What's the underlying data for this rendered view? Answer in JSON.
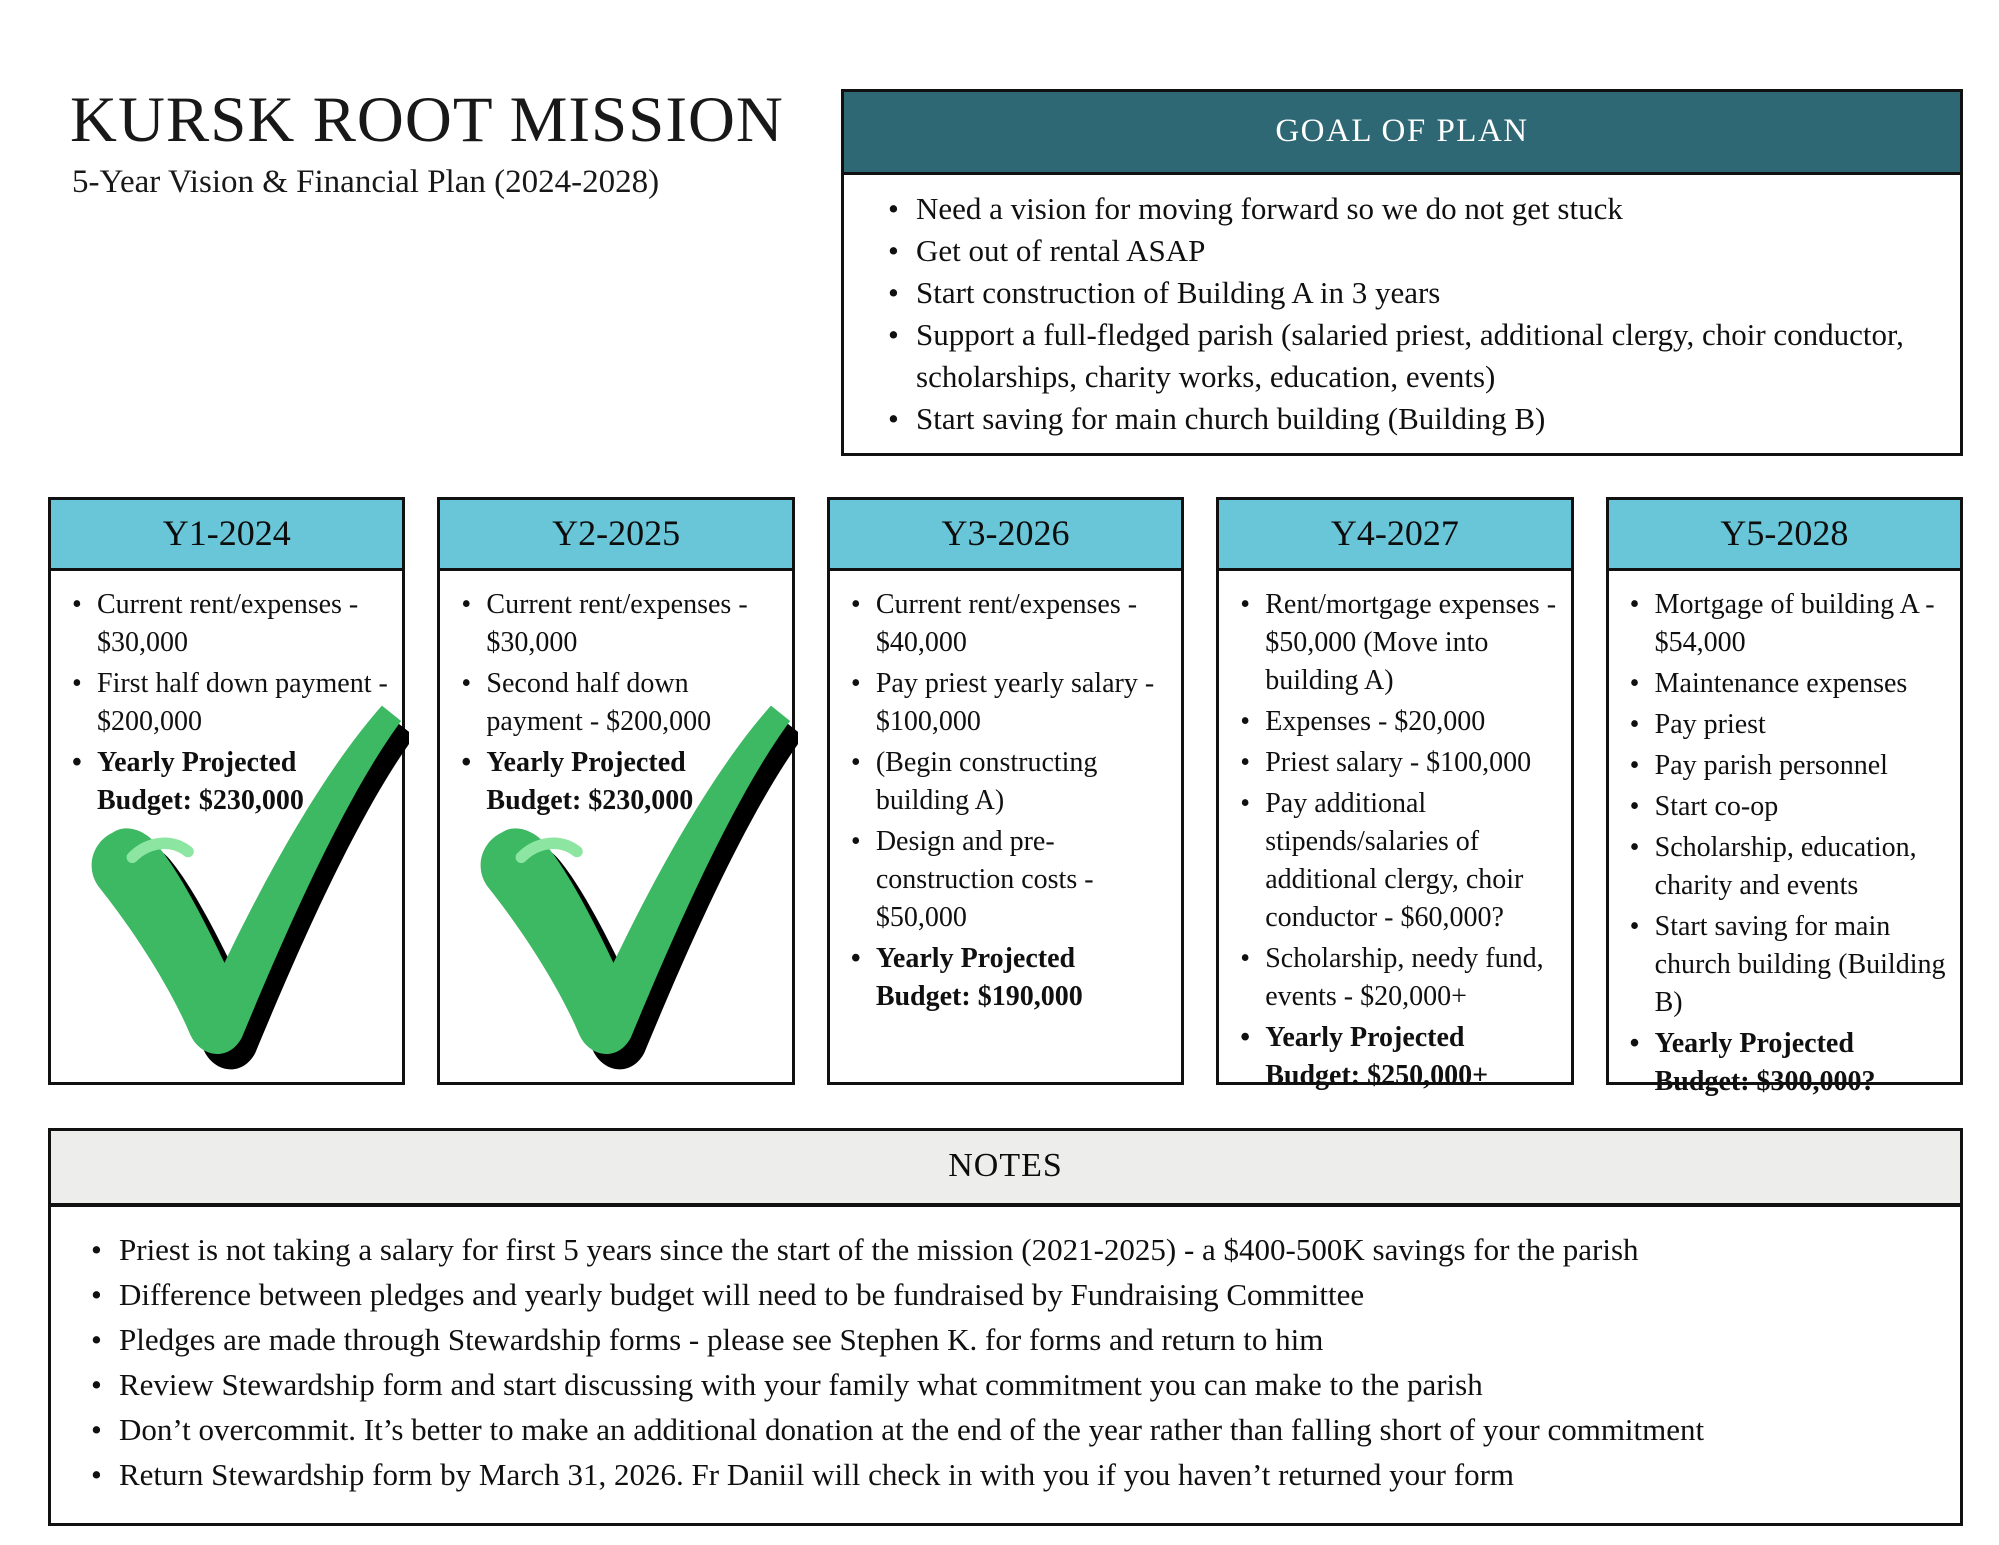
{
  "title": {
    "main": "KURSK ROOT MISSION",
    "subtitle": "5-Year Vision & Financial Plan (2024-2028)"
  },
  "goal": {
    "header": "GOAL OF PLAN",
    "items": [
      "Need a vision for moving forward so we do not get stuck",
      "Get out of rental ASAP",
      "Start construction of Building A in 3 years",
      "Support a full-fledged parish (salaried priest, additional clergy, choir conductor, scholarships, charity works, education, events)",
      "Start saving for main church building (Building B)"
    ]
  },
  "years": [
    {
      "header": "Y1-2024",
      "completed": true,
      "items": [
        "Current rent/expenses - $30,000",
        "First half down payment - $200,000",
        "Yearly Projected Budget: $230,000"
      ]
    },
    {
      "header": "Y2-2025",
      "completed": true,
      "items": [
        "Current rent/expenses - $30,000",
        "Second half down payment - $200,000",
        "Yearly Projected Budget: $230,000"
      ]
    },
    {
      "header": "Y3-2026",
      "completed": false,
      "items": [
        "Current rent/expenses - $40,000",
        "Pay priest yearly salary - $100,000",
        "(Begin constructing building A)",
        "Design and pre-construction costs - $50,000",
        "Yearly Projected Budget: $190,000"
      ]
    },
    {
      "header": "Y4-2027",
      "completed": false,
      "items": [
        "Rent/mortgage expenses - $50,000 (Move into building A)",
        "Expenses - $20,000",
        "Priest salary - $100,000",
        "Pay additional stipends/salaries of additional clergy, choir conductor - $60,000?",
        "Scholarship, needy fund, events - $20,000+",
        "Yearly Projected Budget: $250,000+"
      ]
    },
    {
      "header": "Y5-2028",
      "completed": false,
      "items": [
        "Mortgage of building A - $54,000",
        "Maintenance expenses",
        "Pay priest",
        "Pay parish personnel",
        "Start co-op",
        "Scholarship, education, charity and events",
        "Start saving for main church building (Building B)",
        "Yearly Projected Budget: $300,000?"
      ]
    }
  ],
  "notes": {
    "header": "NOTES",
    "items": [
      "Priest is not taking a salary for first 5 years since the start of the mission (2021-2025) - a $400-500K savings for the parish",
      "Difference between pledges and yearly budget will need to be fundraised by Fundraising Committee",
      "Pledges are made through Stewardship forms - please see Stephen K. for forms and return to him",
      "Review Stewardship form and start discussing with your family what commitment you can make to the parish",
      "Don’t overcommit. It’s better to make an additional donation at the end of the year rather than falling short of your commitment",
      "Return Stewardship form by March 31, 2026. Fr Daniil will check in with you if you haven’t returned your form"
    ]
  },
  "colors": {
    "teal": "#2E6874",
    "header_blue": "#69C6D8",
    "notes_gray": "#EDEDEB",
    "check_green": "#3DB863"
  }
}
